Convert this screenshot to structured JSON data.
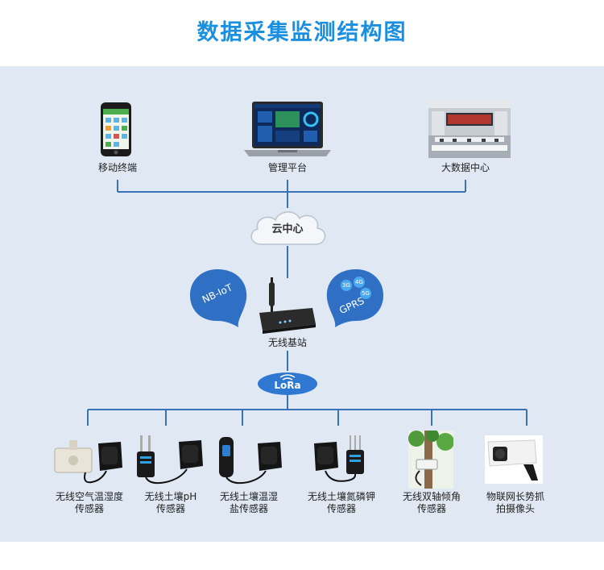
{
  "title": "数据采集监测结构图",
  "top_nodes": [
    {
      "label": "移动终端",
      "icon": "smartphone-icon"
    },
    {
      "label": "管理平台",
      "icon": "laptop-icon"
    },
    {
      "label": "大数据中心",
      "icon": "data-center-room-icon"
    }
  ],
  "cloud": {
    "label": "云中心"
  },
  "bubbles": {
    "left": "NB-IoT",
    "right": "GPRS",
    "badges": [
      "3G",
      "4G",
      "5G"
    ]
  },
  "gateway": {
    "label": "无线基站",
    "icon": "gateway-router-icon"
  },
  "lora": {
    "label": "LoRa"
  },
  "sensors": [
    {
      "line1": "无线空气温湿度",
      "line2": "传感器",
      "icon": "air-temp-humidity-sensor-icon"
    },
    {
      "line1": "无线土壤pH",
      "line2": "传感器",
      "icon": "soil-ph-sensor-icon"
    },
    {
      "line1": "无线土壤温湿",
      "line2": "盐传感器",
      "icon": "soil-temp-moisture-salt-sensor-icon"
    },
    {
      "line1": "无线土壤氮磷钾",
      "line2": "传感器",
      "icon": "soil-npk-sensor-icon"
    },
    {
      "line1": "无线双轴倾角",
      "line2": "传感器",
      "icon": "dual-axis-tilt-sensor-icon"
    },
    {
      "line1": "物联网长势抓",
      "line2": "拍摄像头",
      "icon": "growth-camera-icon"
    }
  ],
  "colors": {
    "title": "#1a8fe0",
    "panel": "#dfe8f3",
    "line": "#3a72b8",
    "bubble": "#2f6fc4",
    "lora": "#2f78d2"
  }
}
